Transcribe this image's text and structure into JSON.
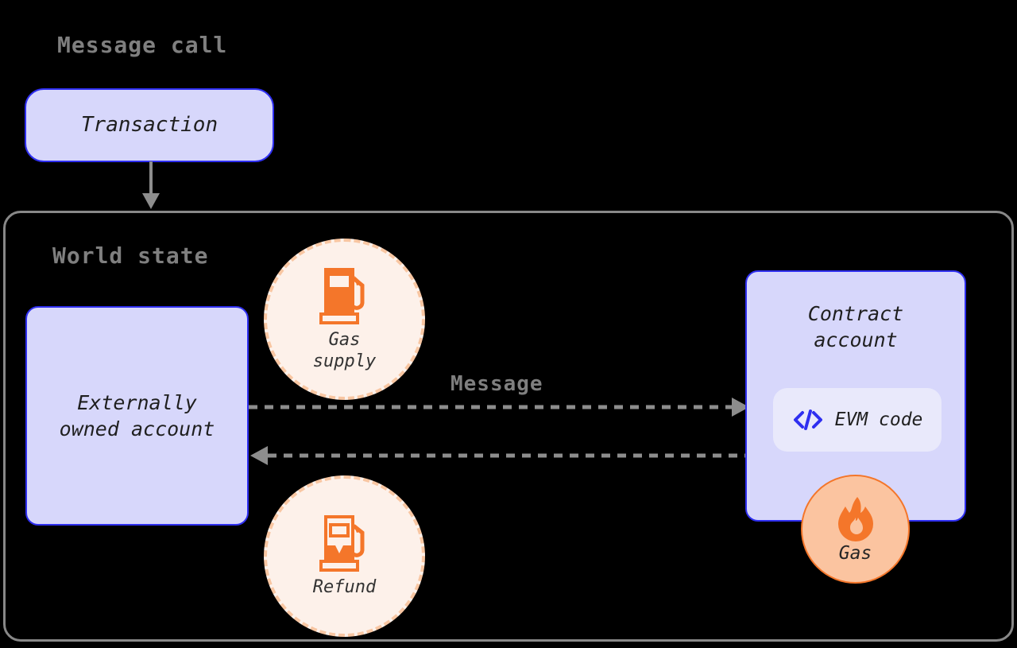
{
  "diagram": {
    "title": "Message call",
    "background_color": "#000000",
    "accent_purple_fill": "#d7d7fb",
    "accent_purple_border": "#2f2ff0",
    "accent_orange": "#f4762a",
    "accent_orange_soft_fill": "#fdf1ea",
    "accent_orange_dashed_border": "#f8c6a2",
    "gray_stroke": "#888888",
    "gray_text": "#7f7f7f"
  },
  "top_section": {
    "heading": "Message call",
    "transaction_node": {
      "label": "Transaction"
    },
    "flow_arrow": {
      "name": "transaction-to-world-state",
      "direction": "down",
      "style": "solid"
    }
  },
  "world_state": {
    "heading": "World state",
    "eoa_node": {
      "label": "Externally\nowned account"
    },
    "contract_node": {
      "title": "Contract\naccount",
      "evm_chip": {
        "icon": "code-icon",
        "label": "EVM code"
      },
      "gas_badge": {
        "icon": "flame-icon",
        "label": "Gas"
      }
    },
    "gas_supply_circle": {
      "icon": "fuel-pump-full-icon",
      "label": "Gas\nsupply"
    },
    "refund_circle": {
      "icon": "fuel-pump-partial-icon",
      "label": "Refund"
    },
    "message_arrows": {
      "label": "Message",
      "outbound": {
        "name": "eoa-to-contract",
        "direction": "right",
        "style": "dashed"
      },
      "inbound": {
        "name": "contract-to-eoa",
        "direction": "left",
        "style": "dashed"
      }
    }
  }
}
